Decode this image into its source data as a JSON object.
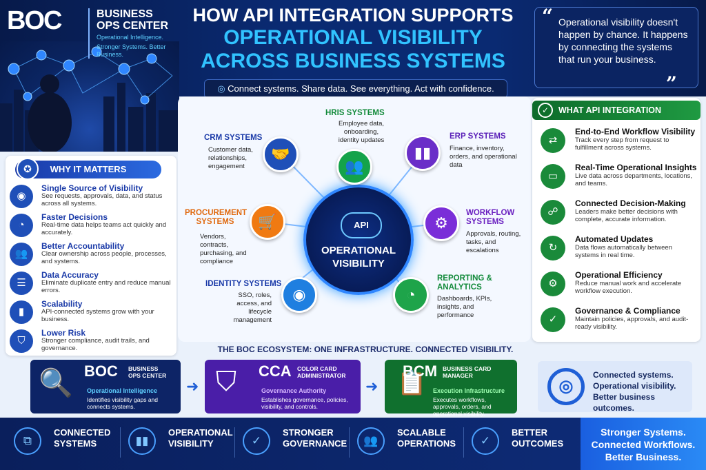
{
  "brand": {
    "mark": "BOC",
    "name1": "BUSINESS",
    "name2": "OPS CENTER",
    "tag1": "Operational Intelligence.",
    "tag2": "Stronger Systems. Better Business."
  },
  "title": {
    "line1": "HOW API INTEGRATION SUPPORTS",
    "line2": "OPERATIONAL VISIBILITY",
    "line3": "ACROSS BUSINESS SYSTEMS"
  },
  "tagline": "Connect systems. Share data. See everything. Act with confidence.",
  "quote": "Operational visibility doesn't happen by chance. It happens by connecting the systems that run your business.",
  "why": {
    "heading": "WHY IT MATTERS",
    "items": [
      {
        "h": "Single Source of Visibility",
        "d": "See requests, approvals, data, and status across all systems.",
        "icon": "eye-icon"
      },
      {
        "h": "Faster Decisions",
        "d": "Real-time data helps teams act quickly and accurately.",
        "icon": "gauge-icon"
      },
      {
        "h": "Better Accountability",
        "d": "Clear ownership across people, processes, and systems.",
        "icon": "people-icon"
      },
      {
        "h": "Data Accuracy",
        "d": "Eliminate duplicate entry and reduce manual errors.",
        "icon": "database-icon"
      },
      {
        "h": "Scalability",
        "d": "API-connected systems grow with your business.",
        "icon": "bar-chart-icon"
      },
      {
        "h": "Lower Risk",
        "d": "Stronger compliance, audit trails, and governance.",
        "icon": "shield-icon"
      }
    ]
  },
  "hub": {
    "api": "API",
    "label1": "OPERATIONAL",
    "label2": "VISIBILITY"
  },
  "nodes": {
    "hris": {
      "t": "HRIS SYSTEMS",
      "d": "Employee data, onboarding, identity updates"
    },
    "crm": {
      "t": "CRM SYSTEMS",
      "d": "Customer data, relationships, engagement"
    },
    "erp": {
      "t": "ERP SYSTEMS",
      "d": "Finance, inventory, orders, and operational data"
    },
    "proc": {
      "t1": "PROCUREMENT",
      "t2": "SYSTEMS",
      "d": "Vendors, contracts, purchasing, and compliance"
    },
    "work": {
      "t1": "WORKFLOW",
      "t2": "SYSTEMS",
      "d": "Approvals, routing, tasks, and escalations"
    },
    "ident": {
      "t": "IDENTITY SYSTEMS",
      "d": "SSO, roles, access, and lifecycle management"
    },
    "rep": {
      "t1": "REPORTING &",
      "t2": "ANALYTICS",
      "d": "Dashboards, KPIs, insights, and performance"
    }
  },
  "enables": {
    "heading": "WHAT API INTEGRATION ENABLES",
    "items": [
      {
        "h": "End-to-End Workflow Visibility",
        "d": "Track every step from request to fulfillment across systems.",
        "icon": "flow-icon"
      },
      {
        "h": "Real-Time Operational Insights",
        "d": "Live data across departments, locations, and teams.",
        "icon": "monitor-chart-icon"
      },
      {
        "h": "Connected Decision-Making",
        "d": "Leaders make better decisions with complete, accurate information.",
        "icon": "network-people-icon"
      },
      {
        "h": "Automated Updates",
        "d": "Data flows automatically between systems in real time.",
        "icon": "refresh-icon"
      },
      {
        "h": "Operational Efficiency",
        "d": "Reduce manual work and accelerate workflow execution.",
        "icon": "gear-icon"
      },
      {
        "h": "Governance & Compliance",
        "d": "Maintain policies, approvals, and audit-ready visibility.",
        "icon": "shield-check-icon"
      }
    ]
  },
  "eco": {
    "heading": "THE BOC ECOSYSTEM:  ONE INFRASTRUCTURE. CONNECTED VISIBILITY.",
    "boc": {
      "mk": "BOC",
      "n1": "BUSINESS",
      "n2": "OPS CENTER",
      "sub": "Operational Intelligence",
      "d": "Identifies visibility gaps and connects systems."
    },
    "cca": {
      "mk": "CCA",
      "n1": "COLOR CARD",
      "n2": "ADMINISTRATOR",
      "sub": "Governance Authority",
      "d": "Establishes governance, policies, visibility, and controls."
    },
    "bcm": {
      "mk": "BCM",
      "n1": "BUSINESS CARD",
      "n2": "MANAGER",
      "sub": "Execution Infrastructure",
      "d": "Executes workflows, approvals, orders, and operational visibility."
    },
    "outcome": [
      "Connected systems.",
      "Operational visibility.",
      "Better business outcomes."
    ]
  },
  "footer": {
    "items": [
      [
        "CONNECTED",
        "SYSTEMS"
      ],
      [
        "OPERATIONAL",
        "VISIBILITY"
      ],
      [
        "STRONGER",
        "GOVERNANCE"
      ],
      [
        "SCALABLE",
        "OPERATIONS"
      ],
      [
        "BETTER",
        "OUTCOMES"
      ]
    ],
    "right": [
      "Stronger Systems.",
      "Connected Workflows.",
      "Better Business."
    ]
  },
  "colors": {
    "navy": "#0a2a72",
    "blue": "#1f4fb8",
    "cyan": "#31c3ff",
    "green": "#1a8a3a",
    "purple": "#6a2ec8",
    "orange": "#f07a12"
  }
}
